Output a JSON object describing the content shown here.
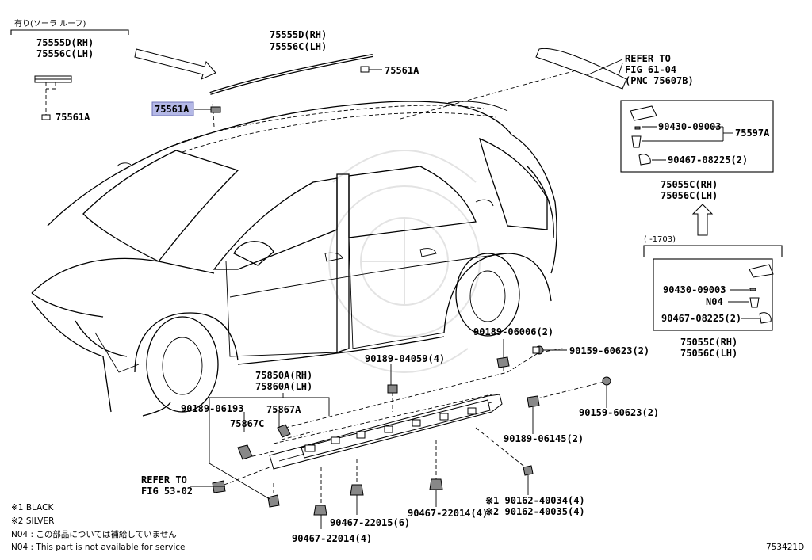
{
  "diagram_id": "753421D",
  "labels": {
    "solar_roof": "有り(ソーラ ルーフ)",
    "p75555D_rh_a": "75555D(RH)",
    "p75556C_lh_a": "75556C(LH)",
    "p75555D_rh_b": "75555D(RH)",
    "p75556C_lh_b": "75556C(LH)",
    "p75561A_left": "75561A",
    "p75561A_highlight": "75561A",
    "p75561A_right": "75561A",
    "refer_fig_61": "REFER TO",
    "refer_fig_61_b": "FIG 61-04",
    "refer_fig_61_c": "(PNC 75607B)",
    "p90430_a": "90430-09003",
    "p75597A": "75597A",
    "p90467_08225_a": "90467-08225(2)",
    "p75055C_rh_a": "75055C(RH)",
    "p75056C_lh_a": "75056C(LH)",
    "range_1703": "(    -1703)",
    "p90430_b": "90430-09003",
    "n04": "N04",
    "p90467_08225_b": "90467-08225(2)",
    "p75055C_rh_b": "75055C(RH)",
    "p75056C_lh_b": "75056C(LH)",
    "p90189_06006": "90189-06006(2)",
    "p90159_60623_a": "90159-60623(2)",
    "p90189_04059": "90189-04059(4)",
    "p75850A_rh": "75850A(RH)",
    "p75860A_lh": "75860A(LH)",
    "p90189_06193": "90189-06193",
    "p75867A": "75867A",
    "p75867C": "75867C",
    "p90159_60623_b": "90159-60623(2)",
    "p90189_06145": "90189-06145(2)",
    "refer_fig_53": "REFER TO",
    "refer_fig_53_b": "FIG 53-02",
    "p90162_40034": "※1 90162-40034(4)",
    "p90162_40035": "※2 90162-40035(4)",
    "p90467_22014_a": "90467-22014(4)",
    "p90467_22015": "90467-22015(6)",
    "p90467_22014_b": "90467-22014(4)"
  },
  "notes": [
    "※1 BLACK",
    "※2 SILVER",
    "N04 : この部品については補給していません",
    "N04 : This part is not available for service"
  ],
  "colors": {
    "highlight": "#b4b8e6",
    "line": "#000000",
    "watermark": "#e3e3e3"
  }
}
